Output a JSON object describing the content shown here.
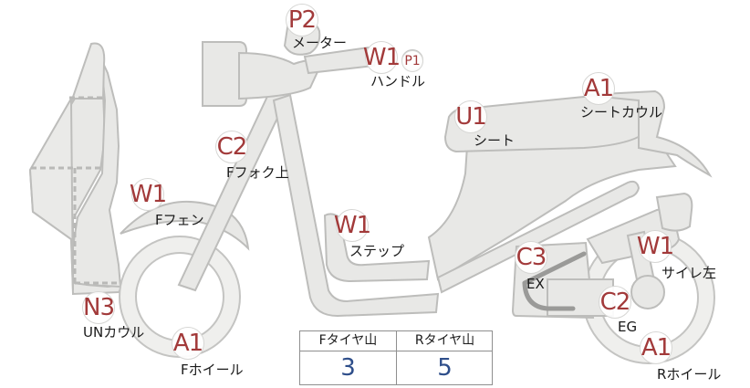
{
  "parts": [
    {
      "id": "meter",
      "code": "P2",
      "label": "メーター"
    },
    {
      "id": "handle",
      "code": "W1",
      "label": "ハンドル",
      "extra_code": "P1"
    },
    {
      "id": "seat-cowl",
      "code": "A1",
      "label": "シートカウル"
    },
    {
      "id": "seat",
      "code": "U1",
      "label": "シート"
    },
    {
      "id": "fork-upper",
      "code": "C2",
      "label": "Fフォク上"
    },
    {
      "id": "front-fender",
      "code": "W1",
      "label": "Fフェン"
    },
    {
      "id": "step",
      "code": "W1",
      "label": "ステップ"
    },
    {
      "id": "exhaust",
      "code": "C3",
      "label": "EX"
    },
    {
      "id": "muffler-left",
      "code": "W1",
      "label": "サイレ左"
    },
    {
      "id": "engine",
      "code": "C2",
      "label": "EG"
    },
    {
      "id": "under-cowl",
      "code": "N3",
      "label": "UNカウル"
    },
    {
      "id": "front-wheel",
      "code": "A1",
      "label": "Fホイール"
    },
    {
      "id": "rear-wheel",
      "code": "A1",
      "label": "Rホイール"
    }
  ],
  "tire_table": {
    "front_header": "Fタイヤ山",
    "rear_header": "Rタイヤ山",
    "front_value": "3",
    "rear_value": "5"
  },
  "colors": {
    "marker_text": "#a23a3a",
    "table_value": "#2e4e8a",
    "part_fill": "#e8e8e6"
  }
}
